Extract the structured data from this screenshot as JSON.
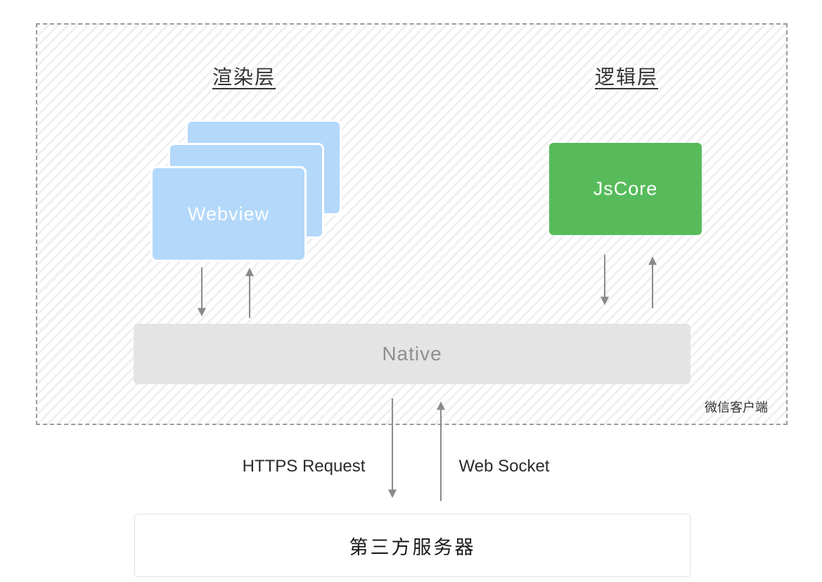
{
  "diagram": {
    "client": {
      "label": "微信客户端",
      "render_layer_title": "渲染层",
      "logic_layer_title": "逻辑层",
      "webview_label": "Webview",
      "webview_stack_count": 3,
      "jscore_label": "JsCore",
      "native_label": "Native"
    },
    "network": {
      "https_label": "HTTPS Request",
      "websocket_label": "Web Socket"
    },
    "server_label": "第三方服务器",
    "colors": {
      "webview_blue": "#b3d8fa",
      "jscore_green": "#57bb5b",
      "native_gray": "#e4e4e4",
      "arrow_gray": "#8a8a8a",
      "dashed_border_gray": "#9b9b9b",
      "hatch_gray": "#f0f0f0"
    }
  }
}
